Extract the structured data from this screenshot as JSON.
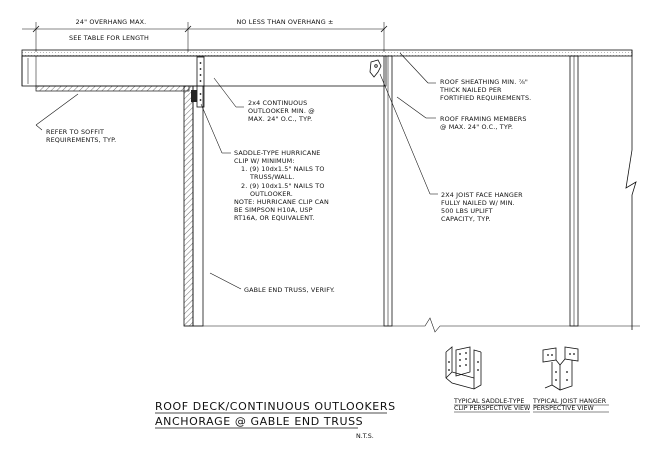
{
  "dimensions": {
    "overhang_max": "24\" OVERHANG MAX.",
    "see_table": "SEE TABLE FOR LENGTH",
    "no_less_than": "NO LESS THAN OVERHANG ±"
  },
  "notes": {
    "outlooker": [
      "2x4 CONTINUOUS",
      "OUTLOOKER MIN. @",
      "MAX. 24\" O.C., TYP."
    ],
    "soffit": [
      "REFER TO SOFFIT",
      "REQUIREMENTS, TYP."
    ],
    "hurricane": [
      "SADDLE-TYPE HURRICANE",
      "CLIP W/ MINIMUM:",
      "1. (9) 10dx1.5\" NAILS TO",
      "TRUSS/WALL.",
      "2. (9) 10dx1.5\" NAILS TO",
      "OUTLOOKER.",
      "",
      "NOTE: HURRICANE CLIP CAN",
      "BE SIMPSON H10A, USP",
      "RT16A, OR EQUIVALENT."
    ],
    "gable": [
      "GABLE END TRUSS, VERIFY."
    ],
    "sheathing": [
      "ROOF SHEATHING MIN. ⅞\"",
      "THICK NAILED PER",
      "FORTIFIED REQUIREMENTS."
    ],
    "framing": [
      "ROOF FRAMING MEMBERS",
      "@ MAX. 24\" O.C., TYP."
    ],
    "hanger": [
      "2X4 JOIST FACE HANGER",
      "FULLY NAILED W/ MIN.",
      "500 LBS UPLIFT",
      "CAPACITY, TYP."
    ]
  },
  "details": {
    "saddle_clip": [
      "TYPICAL SADDLE-TYPE",
      "CLIP PERSPECTIVE VIEW"
    ],
    "joist_hanger": [
      "TYPICAL JOIST HANGER",
      "PERSPECTIVE VIEW"
    ]
  },
  "title": {
    "line1": "ROOF DECK/CONTINUOUS OUTLOOKERS",
    "line2": "ANCHORAGE @ GABLE END TRUSS",
    "scale": "N.T.S."
  }
}
